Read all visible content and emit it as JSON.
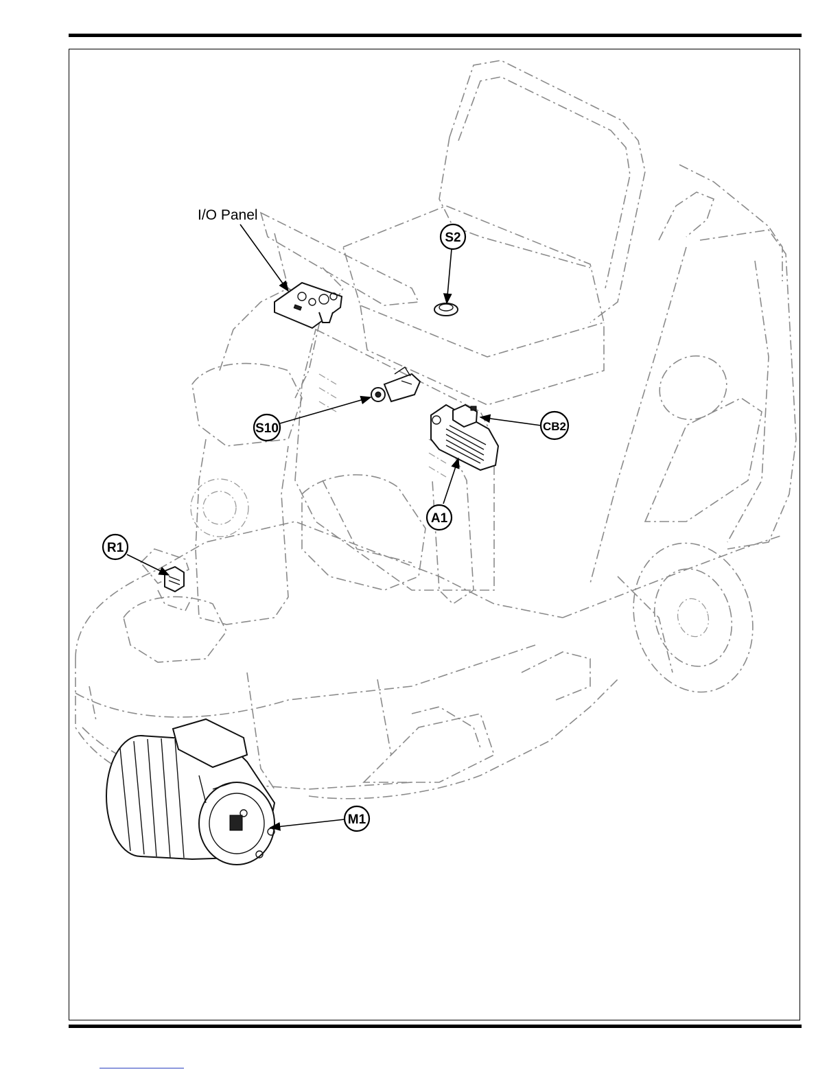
{
  "callouts": {
    "io_panel": "I/O Panel",
    "s2": "S2",
    "s10": "S10",
    "cb2": "CB2",
    "a1": "A1",
    "r1": "R1",
    "m1": "M1"
  },
  "colors": {
    "line": "#000000",
    "ghost_line": "#8a8a8a",
    "footer_link": "#2a3fbf"
  }
}
